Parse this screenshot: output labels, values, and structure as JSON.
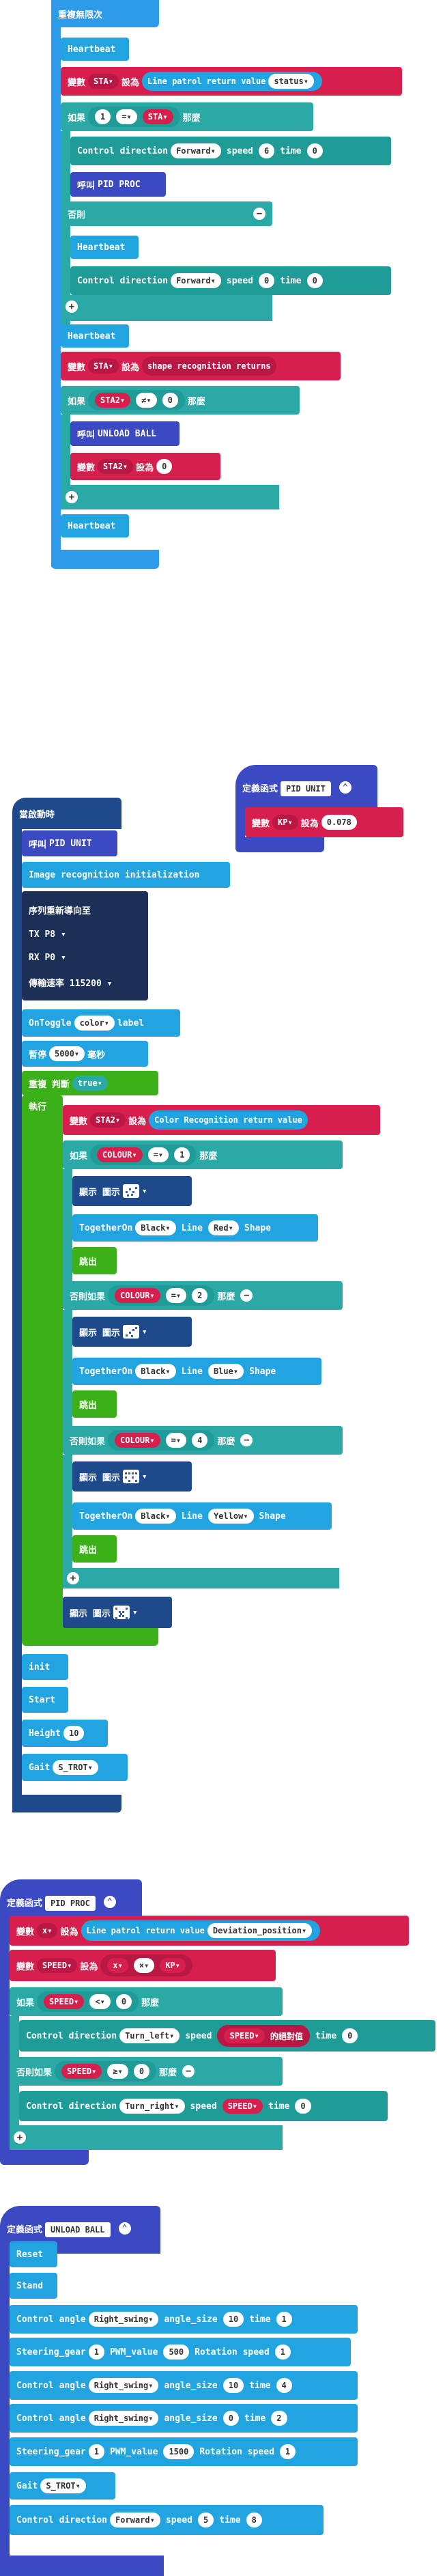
{
  "block1": {
    "forever": "重複無限次",
    "heartbeat": "Heartbeat",
    "var_label": "變數",
    "set_to": "設為",
    "sta": "STA",
    "line_patrol": "Line patrol return value",
    "status": "status",
    "if_label": "如果",
    "then": "那麼",
    "else": "否則",
    "one": "1",
    "eq": "=",
    "control_direction": "Control direction",
    "forward": "Forward",
    "speed": "speed",
    "six": "6",
    "time": "time",
    "zero": "0",
    "call": "呼叫",
    "pid_proc": "PID PROC",
    "shape_recog": "shape recognition returns",
    "sta2": "STA2",
    "neq": "≠",
    "unload_ball": "UNLOAD BALL"
  },
  "func_pid_unit": {
    "define": "定義函式",
    "name": "PID UNIT",
    "kp": "KP",
    "kp_value": "0.078"
  },
  "block2": {
    "start": "當啟動時",
    "call_pid": "PID UNIT",
    "image_init": "Image recognition initialization",
    "serial_redirect": "序列重新導向至",
    "tx": "TX",
    "p8": "P8",
    "rx": "RX",
    "p0": "P0",
    "baud": "傳輸速率",
    "baud_value": "115200",
    "ontoggle": "OnToggle",
    "color": "color",
    "label": "label",
    "pause": "暫停",
    "pause_value": "5000",
    "ms": "毫秒",
    "repeat_while": "重複 判斷",
    "true": "true",
    "do": "執行",
    "color_recog": "Color Recognition return value",
    "colour": "COLOUR",
    "one": "1",
    "two": "2",
    "four": "4",
    "show": "顯示 圖示",
    "together_on": "TogetherOn",
    "black": "Black",
    "line": "Line",
    "red": "Red",
    "blue": "Blue",
    "yellow": "Yellow",
    "shape": "Shape",
    "break_label": "跳出",
    "else_if": "否則如果",
    "init": "init",
    "start_label": "Start",
    "height": "Height",
    "height_value": "10",
    "gait": "Gait",
    "s_trot": "S_TROT"
  },
  "func_pid_proc": {
    "define": "定義函式",
    "name": "PID PROC",
    "var_label": "變數",
    "x": "x",
    "set_to": "設為",
    "line_patrol": "Line patrol return value",
    "deviation": "Deviation_position",
    "speed_var": "SPEED",
    "times": "×",
    "kp": "KP",
    "if_label": "如果",
    "lt": "<",
    "ge": "≥",
    "zero": "0",
    "then": "那麼",
    "control_direction": "Control direction",
    "turn_left": "Turn_left",
    "turn_right": "Turn_right",
    "speed": "speed",
    "abs_of": "的絕對值",
    "time": "time",
    "else_if": "否則如果"
  },
  "func_unload": {
    "define": "定義函式",
    "name": "UNLOAD BALL",
    "reset": "Reset",
    "stand": "Stand",
    "control_angle": "Control angle",
    "right_swing": "Right_swing",
    "angle_size": "angle_size",
    "time": "time",
    "ten": "10",
    "zero": "0",
    "one": "1",
    "two": "2",
    "four": "4",
    "steering_gear": "Steering_gear",
    "pwm_value": "PWM_value",
    "pwm1": "500",
    "pwm2": "1500",
    "rotation_speed": "Rotation speed",
    "gait": "Gait",
    "s_trot": "S_TROT",
    "control_direction": "Control direction",
    "forward": "Forward",
    "speed": "speed",
    "five": "5",
    "eight": "8"
  },
  "colors": {
    "loop": "#2e9bea",
    "variable": "#d61f4d",
    "logic": "#2aa9a6",
    "function_call": "#3b49c2",
    "loops_green": "#3cb018",
    "serial": "#1b2f57"
  }
}
